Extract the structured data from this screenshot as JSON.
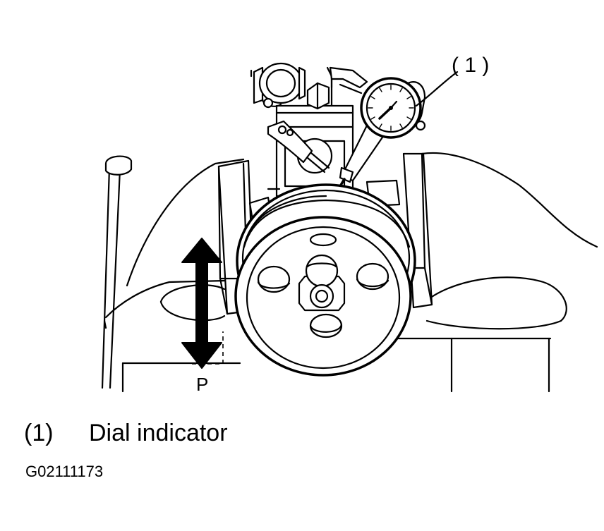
{
  "callout": {
    "number": "( 1 )"
  },
  "direction_label": "P",
  "legend": {
    "items": [
      {
        "number": "(1)",
        "label": "Dial indicator"
      }
    ]
  },
  "figure_code": "G02111173"
}
